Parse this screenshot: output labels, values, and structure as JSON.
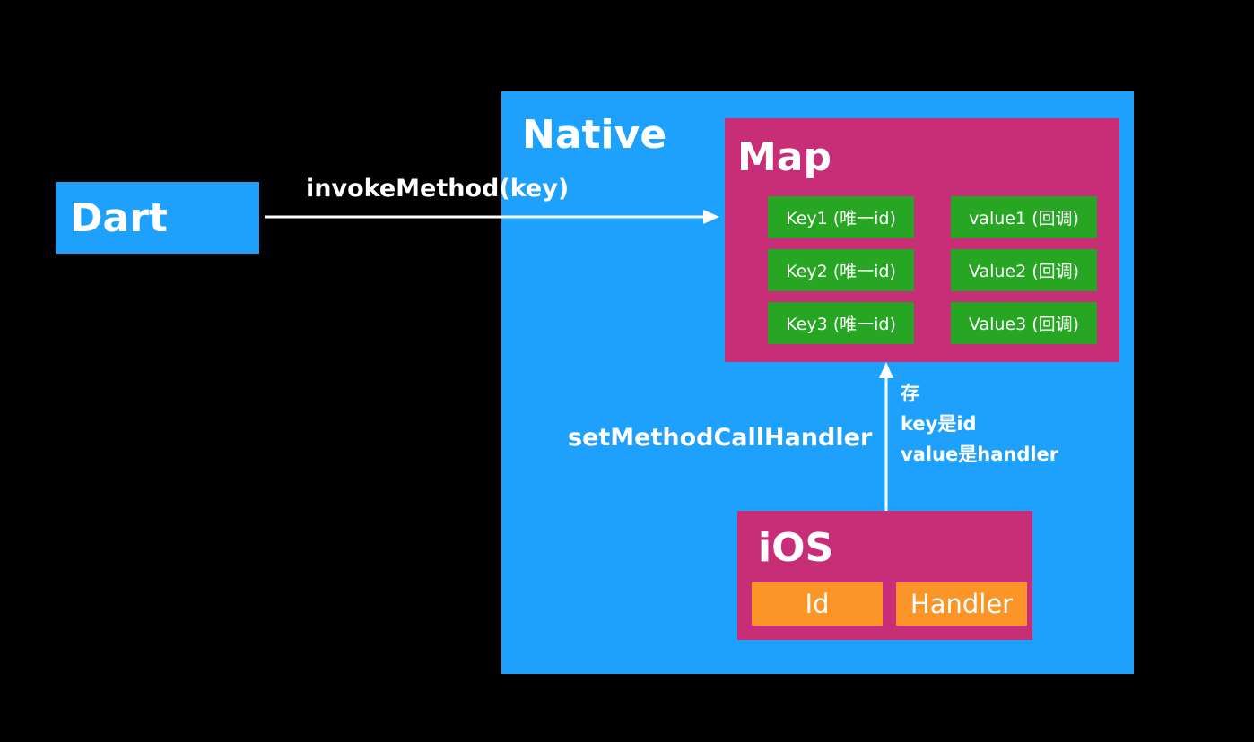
{
  "colors": {
    "background": "#000000",
    "blue": "#1DA1FC",
    "magenta": "#C82E77",
    "green": "#27A624",
    "orange": "#FC9527",
    "white": "#FFFFFF"
  },
  "dart": {
    "title": "Dart"
  },
  "native": {
    "title": "Native"
  },
  "map": {
    "title": "Map",
    "keys": [
      "Key1 (唯一id)",
      "Key2 (唯一id)",
      "Key3 (唯一id)"
    ],
    "values": [
      "value1 (回调)",
      "Value2 (回调)",
      "Value3 (回调)"
    ]
  },
  "ios": {
    "title": "iOS",
    "id_label": "Id",
    "handler_label": "Handler"
  },
  "edges": {
    "invoke_label": "invokeMethod(key)",
    "set_handler_label": "setMethodCallHandler",
    "store_note": [
      "存",
      "key是id",
      "value是handler"
    ]
  }
}
